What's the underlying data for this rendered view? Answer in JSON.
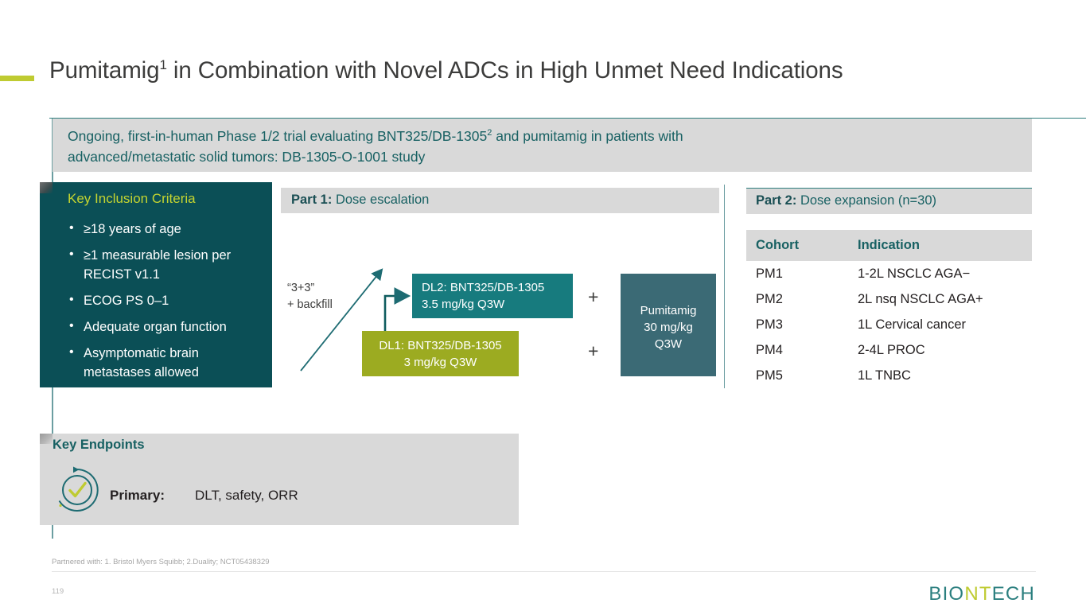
{
  "title": {
    "text_before_sup": "Pumitamig",
    "sup": "1",
    "text_after_sup": " in Combination with Novel ADCs in High Unmet Need Indications",
    "full": "Pumitamig1 in Combination with Novel ADCs in High Unmet Need Indications"
  },
  "banner": {
    "line1_before_sup": "Ongoing, first-in-human Phase 1/2 trial evaluating BNT325/DB-1305",
    "line1_sup": "2",
    "line1_after_sup": " and pumitamig in patients with",
    "line2": "advanced/metastatic solid tumors: DB-1305-O-1001 study"
  },
  "criteria": {
    "title": "Key Inclusion Criteria",
    "items": [
      "≥18 years of age",
      "≥1 measurable lesion per RECIST v1.1",
      "ECOG PS 0–1",
      "Adequate organ function",
      "Asymptomatic brain metastases allowed"
    ]
  },
  "part1": {
    "label_bold": "Part 1:",
    "label_rest": " Dose escalation",
    "design_note_line1": "“3+3”",
    "design_note_line2": "+ backfill",
    "dl2_line1": "DL2: BNT325/DB-1305",
    "dl2_line2": "3.5 mg/kg Q3W",
    "dl1_line1": "DL1: BNT325/DB-1305",
    "dl1_line2": "3 mg/kg Q3W",
    "combo_line1": "Pumitamig",
    "combo_line2": "30 mg/kg",
    "combo_line3": "Q3W",
    "plus_top": "+",
    "plus_bottom": "+"
  },
  "part2": {
    "label_bold": "Part 2:",
    "label_rest": " Dose expansion (n=30)",
    "columns": [
      "Cohort",
      "Indication"
    ],
    "rows": [
      [
        "PM1",
        "1-2L NSCLC AGA−"
      ],
      [
        "PM2",
        "2L nsq NSCLC AGA+"
      ],
      [
        "PM3",
        "1L Cervical cancer"
      ],
      [
        "PM4",
        "2-4L PROC"
      ],
      [
        "PM5",
        "1L TNBC"
      ]
    ]
  },
  "endpoints": {
    "title": "Key Endpoints",
    "icon_name": "circular-arrow-check-icon",
    "primary_label": "Primary:",
    "primary_value": "DLT, safety, ORR"
  },
  "footer": {
    "footnote": "Partnered with: 1. Bristol Myers Squibb; 2.Duality; NCT05438329",
    "page_number": "119",
    "logo_part1": "BIO",
    "logo_part2": "NT",
    "logo_part3": "ECH"
  },
  "colors": {
    "dark_teal_panel": "#0b4f56",
    "teal_text": "#186163",
    "olive": "#9cab21",
    "lime_accent": "#bfcb31",
    "mid_teal_box": "#177b7e",
    "slate_teal_box": "#3b6a75",
    "grey_panel": "#d9d9d9",
    "rule_teal": "#2d7d7d"
  }
}
